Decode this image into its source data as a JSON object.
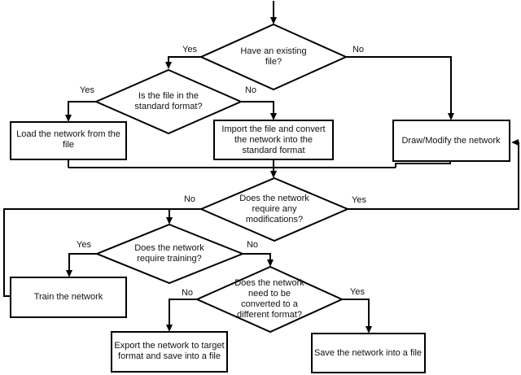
{
  "flowchart": {
    "background_color": "#ffffff",
    "stroke_color": "#000000",
    "text_color": "#111111",
    "nodes": {
      "have_existing_file": {
        "type": "decision",
        "text": "Have an existing\nfile?"
      },
      "is_standard_format": {
        "type": "decision",
        "text": "Is the file in the\nstandard format?"
      },
      "load_network": {
        "type": "process",
        "text": "Load the network from the\nfile"
      },
      "import_convert": {
        "type": "process",
        "text": "Import the file and convert\nthe network into the\nstandard format"
      },
      "draw_modify": {
        "type": "process",
        "text": "Draw/Modify the network"
      },
      "require_modifications": {
        "type": "decision",
        "text": "Does the network\nrequire any\nmodifications?"
      },
      "require_training": {
        "type": "decision",
        "text": "Does the network\nrequire training?"
      },
      "train_network": {
        "type": "process",
        "text": "Train the network"
      },
      "need_conversion": {
        "type": "decision",
        "text": "Does the network\nneed to be\nconverted to a\ndifferent format?"
      },
      "export_network": {
        "type": "process",
        "text": "Export the network to target\nformat and save into a file"
      },
      "save_network": {
        "type": "process",
        "text": "Save the network into a file"
      }
    },
    "edge_labels": {
      "have_file_yes": "Yes",
      "have_file_no": "No",
      "standard_yes": "Yes",
      "standard_no": "No",
      "modifications_no": "No",
      "modifications_yes": "Yes",
      "training_yes": "Yes",
      "training_no": "No",
      "conversion_no": "No",
      "conversion_yes": "Yes"
    }
  }
}
